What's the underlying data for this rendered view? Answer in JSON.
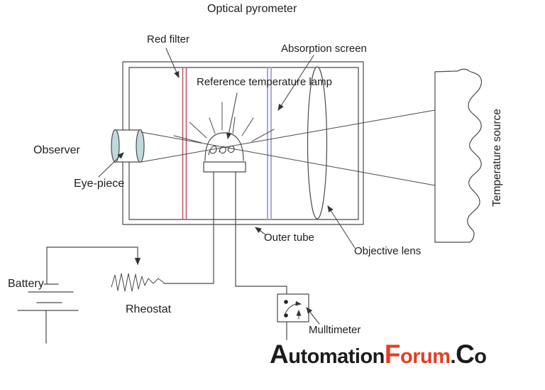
{
  "title": "Optical pyrometer",
  "labels": {
    "red_filter": "Red filter",
    "absorption_screen": "Absorption screen",
    "reference_lamp": "Reference temperature lamp",
    "observer": "Observer",
    "eyepiece": "Eye-piece",
    "outer_tube": "Outer tube",
    "objective_lens": "Objective lens",
    "temperature_source": "Temperature source",
    "battery": "Battery",
    "rheostat": "Rheostat",
    "multimeter": "Mulltimeter"
  },
  "logo": {
    "parts": [
      {
        "text": "A"
      },
      {
        "text": "utomation"
      },
      {
        "text": "F"
      },
      {
        "text": "orum"
      },
      {
        "text": "."
      },
      {
        "text": "C"
      },
      {
        "text": "o"
      }
    ]
  },
  "colors": {
    "line": "#4a4a4a",
    "red_filter": "#c05a64",
    "absorption_screen": "#9398c6",
    "lens_fill": "#bddade",
    "logo_red": "#e63c23",
    "logo_black": "#1c1c1c",
    "text": "#1e1e1e"
  }
}
